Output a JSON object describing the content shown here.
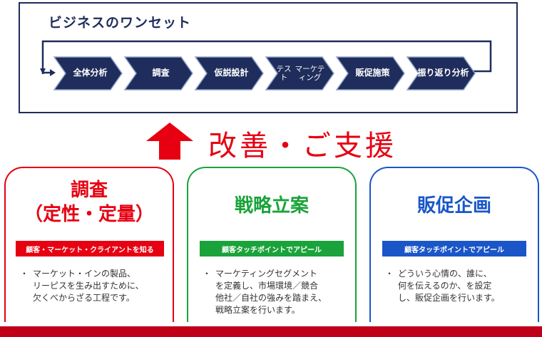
{
  "top": {
    "title": "ビジネスのワンセット",
    "steps": [
      {
        "lines": [
          "全体分析"
        ],
        "small": false
      },
      {
        "lines": [
          "調査"
        ],
        "small": false
      },
      {
        "lines": [
          "仮説設計"
        ],
        "small": false
      },
      {
        "lines": [
          "テスト",
          "マーケティング"
        ],
        "small": true
      },
      {
        "lines": [
          "販促施策"
        ],
        "small": false
      },
      {
        "lines": [
          "振り返り",
          "分析"
        ],
        "small": false
      }
    ]
  },
  "headline": "改善・ご支援",
  "cards": [
    {
      "title_lines": [
        "調査",
        "（定性・定量）"
      ],
      "tag": "顧客・マーケット・クライアントを知る",
      "bullet": "・",
      "text_lines": [
        "マーケット・インの製品、",
        "リーピスを生み出すために、",
        "欠くべからざる工程です。"
      ]
    },
    {
      "title_lines": [
        "戦略立案"
      ],
      "tag": "顧客タッチポイントでアピール",
      "bullet": "・",
      "text_lines": [
        "マーケティングセグメント",
        "を定義し、市場環境／競合",
        "他社／自社の強みを踏まえ、",
        "戦略立案を行います。"
      ]
    },
    {
      "title_lines": [
        "販促企画"
      ],
      "tag": "顧客タッチポイントでアピール",
      "bullet": "・",
      "text_lines": [
        "どういう心情の、誰に、",
        "何を伝えるのか、を設定",
        "し、販促企画を行います。"
      ]
    }
  ],
  "colors": {
    "navy": "#1f2d5c",
    "red": "#e60012",
    "green": "#1aa33a",
    "blue": "#1a56c8"
  }
}
